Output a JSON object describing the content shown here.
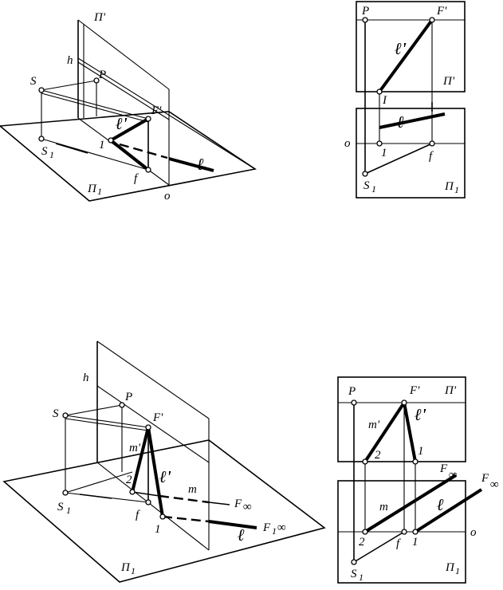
{
  "figure1": {
    "axon": {
      "plane_v": "Π'",
      "h": "h",
      "S": "S",
      "P": "P",
      "F_prime": "F'",
      "l_prime": "ℓ'",
      "S1": "S",
      "S1_sub": "1",
      "one": "1",
      "f": "f",
      "l": "ℓ",
      "o": "o",
      "plane_h": "Π",
      "plane_h_sub": "1"
    },
    "ortho": {
      "P": "P",
      "F_prime": "F'",
      "l_prime": "ℓ'",
      "plane_v": "Π'",
      "I": "I",
      "l": "ℓ",
      "o": "o",
      "one": "1",
      "f": "f",
      "S1": "S",
      "S1_sub": "1",
      "plane_h": "Π",
      "plane_h_sub": "1"
    }
  },
  "figure2": {
    "axon": {
      "h": "h",
      "P": "P",
      "S": "S",
      "F_prime": "F'",
      "m_prime": "m'",
      "l_prime": "ℓ'",
      "two": "2",
      "m": "m",
      "F_inf": "F",
      "inf_sym": "∞",
      "S1": "S",
      "S1_sub": "1",
      "f": "f",
      "one": "1",
      "l": "ℓ",
      "F1_inf": "F",
      "F1_sub": "1",
      "plane_h": "Π",
      "plane_h_sub": "1"
    },
    "ortho": {
      "P": "P",
      "F_prime": "F'",
      "plane_v": "Π'",
      "m_prime": "m'",
      "l_prime": "ℓ'",
      "two_top": "2",
      "one_top": "1",
      "F_inf": "F",
      "inf_sym": "∞",
      "F_inf2": "F",
      "inf_sym2": "∞",
      "m": "m",
      "l": "ℓ",
      "two": "2",
      "f": "f",
      "one": "1",
      "o": "o",
      "S1": "S",
      "S1_sub": "1",
      "plane_h": "Π",
      "plane_h_sub": "1"
    }
  }
}
